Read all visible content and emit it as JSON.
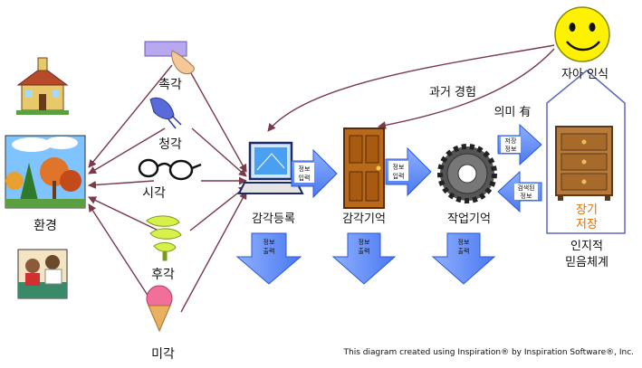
{
  "environment": {
    "label": "환경"
  },
  "senses": [
    {
      "label": "촉각",
      "icon": "hand-touch-icon"
    },
    {
      "label": "청각",
      "icon": "ear-sound-icon"
    },
    {
      "label": "시각",
      "icon": "glasses-icon"
    },
    {
      "label": "후각",
      "icon": "smell-wave-icon"
    },
    {
      "label": "미각",
      "icon": "ice-cream-icon"
    }
  ],
  "stages": {
    "sensory_register": "감각등록",
    "sensory_memory": "감각기억",
    "working_memory": "작업기억",
    "long_term": {
      "line1": "장기",
      "line2": "저장"
    }
  },
  "flows": {
    "info_input": {
      "line1": "정보",
      "line2": "입력"
    },
    "info_output": {
      "line1": "정보",
      "line2": "출력"
    },
    "store_info": {
      "line1": "저장",
      "line2": "정보"
    },
    "retrieved_info": {
      "line1": "검색된",
      "line2": "정보"
    }
  },
  "labels": {
    "self_awareness": "자아 인식",
    "past_experience": "과거 경험",
    "meaning": "의미 有",
    "belief_system": {
      "line1": "인지적",
      "line2": "믿음체계"
    }
  },
  "credit": "This diagram created using Inspiration® by Inspiration Software®, Inc.",
  "colors": {
    "arrow_blue": "#5a86ff",
    "arrow_dark": "#7a3a4a",
    "house_outline": "#5a68b8",
    "text_orange": "#e07000"
  }
}
